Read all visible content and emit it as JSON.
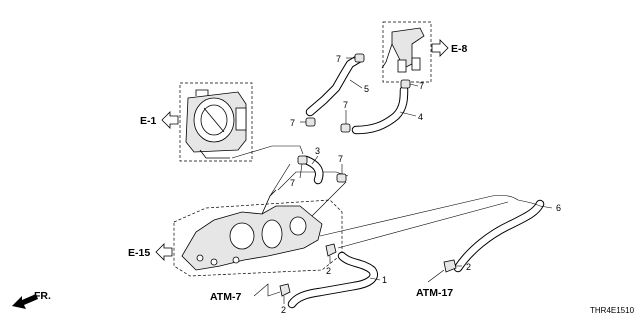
{
  "refs": {
    "e1": "E-1",
    "e8": "E-8",
    "e15": "E-15",
    "atm7": "ATM-7",
    "atm17": "ATM-17",
    "fr": "FR."
  },
  "callouts": {
    "c1": "1",
    "c2a": "2",
    "c2b": "2",
    "c2c": "2",
    "c3": "3",
    "c4": "4",
    "c5": "5",
    "c6": "6",
    "c7a": "7",
    "c7b": "7",
    "c7c": "7",
    "c7d": "7",
    "c7e": "7",
    "c7f": "7"
  },
  "diagram_code": "THR4E1510"
}
